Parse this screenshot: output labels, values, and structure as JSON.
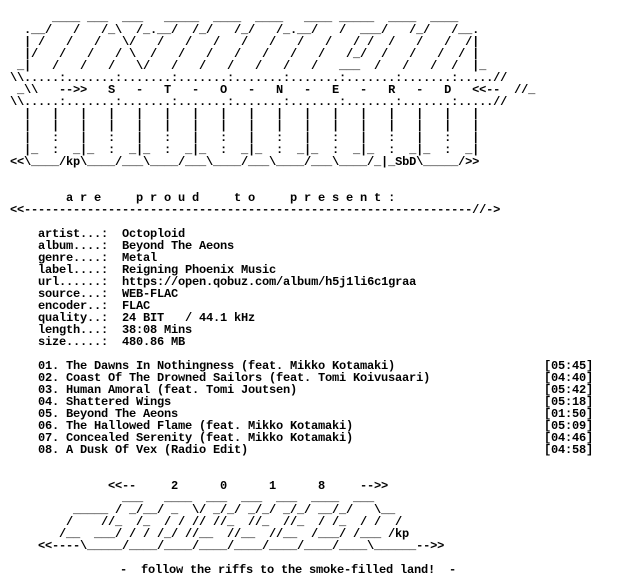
{
  "logo_top": [
    "      ____ ___  ___   _____  ____  ____   ____ _____  ____  ____",
    "  .__/   /   /_\\  /_.__/  /_/   /_/   /_.__/   /  ___/   /_/   /__.",
    "  | /   /   /   \\/   /   /   /   /   /   /   /   / /  /   /   /  /|",
    "  |/   /   /   / \\  /   /   /   /   /   /   /   /_/  /   /   /  / |",
    " _|   /   /   /   \\/   /   /   /   /   /   /   ___  /   /   /  /  |_",
    "\\\\.....:.......:.......:.......:.......:.......:.......:.......:.....//",
    " _\\\\   -->>   S   -   T   -   O   -   N   -   E   -   R   -   D   <<--  //_",
    "\\\\.....:.......:.......:.......:.......:.......:.......:.......:.....//",
    "  |   |   |   |   |   |   |   |   |   |   |   |   |   |   |   |   |",
    "  |   |   |   |   |   |   |   |   |   |   |   |   |   |   |   |   |",
    "  |   :   |   :   |   :   |   :   |   :   |   :   |   :   |   :   |",
    "  |_  :  _|_  :  _|_  :  _|_  :  _|_  :  _|_  :  _|_  :  _|_  :  _|",
    "<<\\____/kp\\____/___\\____/___\\____/___\\____/___\\____/_|_SbD\\_____/>>"
  ],
  "presents_line": "        a r e     p r o u d     t o     p r e s e n t :",
  "presents_rule": "<<----------------------------------------------------------------//->",
  "info": {
    "artist_label": "artist...:",
    "artist": "Octoploid",
    "album_label": "album....:",
    "album": "Beyond The Aeons",
    "genre_label": "genre....:",
    "genre": "Metal",
    "label_label": "label....:",
    "label": "Reigning Phoenix Music",
    "url_label": "url......:",
    "url": "https://open.qobuz.com/album/h5j1li6c1graa",
    "source_label": "source...:",
    "source": "WEB-FLAC",
    "encoder_label": "encoder..:",
    "encoder": "FLAC",
    "quality_label": "quality..:",
    "quality": "24 BIT   / 44.1 kHz",
    "length_label": "length...:",
    "length": "38:08 Mins",
    "size_label": "size.....:",
    "size": "480.86 MB"
  },
  "tracks": [
    {
      "title": "01. The Dawns In Nothingness (feat. Mikko Kotamaki)",
      "duration": "[05:45]"
    },
    {
      "title": "02. Coast Of The Drowned Sailors (feat. Tomi Koivusaari)",
      "duration": "[04:40]"
    },
    {
      "title": "03. Human Amoral (feat. Tomi Joutsen)",
      "duration": "[05:42]"
    },
    {
      "title": "04. Shattered Wings",
      "duration": "[05:18]"
    },
    {
      "title": "05. Beyond The Aeons",
      "duration": "[01:50]"
    },
    {
      "title": "06. The Hallowed Flame (feat. Mikko Kotamaki)",
      "duration": "[05:09]"
    },
    {
      "title": "07. Concealed Serenity (feat. Mikko Kotamaki)",
      "duration": "[04:46]"
    },
    {
      "title": "08. A Dusk Of Vex (Radio Edit)",
      "duration": "[04:58]"
    }
  ],
  "logo_bottom": [
    "          <<--     2      0      1      8     -->>",
    "            ___   ____  ___  ___  ___  ____  ___",
    "     _____ / _/__/ _  \\/ _/_/ _/_/ _/_/ __/_/   \\__",
    "    /    //_  /_  / / // //_  //_  //_  / /_  / /  /",
    "   /__  ___/ / / /_/ //__  //__  //__  /___/ /___ /kp",
    "<<----\\_____/____/____/____/____/____/____/____\\______-->>"
  ],
  "tagline": "-  follow the riffs to the smoke-filled land!  -"
}
